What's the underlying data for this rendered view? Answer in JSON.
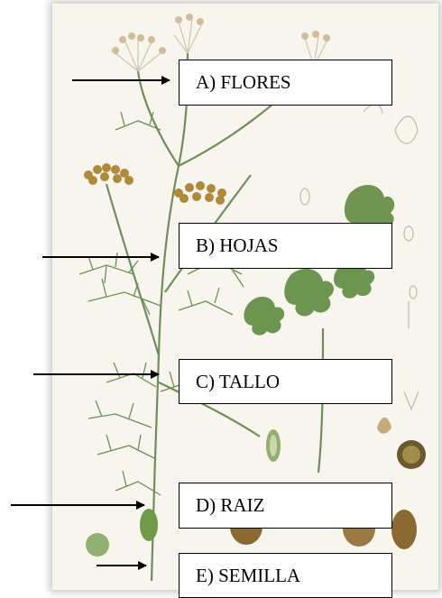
{
  "labels": {
    "flores": "A) FLORES",
    "hojas": "B) HOJAS",
    "tallo": "C) TALLO",
    "raiz": "D) RAIZ",
    "semilla": "E) SEMILLA"
  },
  "colors": {
    "arrow": "#000000",
    "box_border": "#000000",
    "stem_green": "#6f8f5a",
    "leaf_green": "#5e8c3e",
    "flower_brown": "#b08a3a",
    "seed_brown": "#7a5a28"
  }
}
